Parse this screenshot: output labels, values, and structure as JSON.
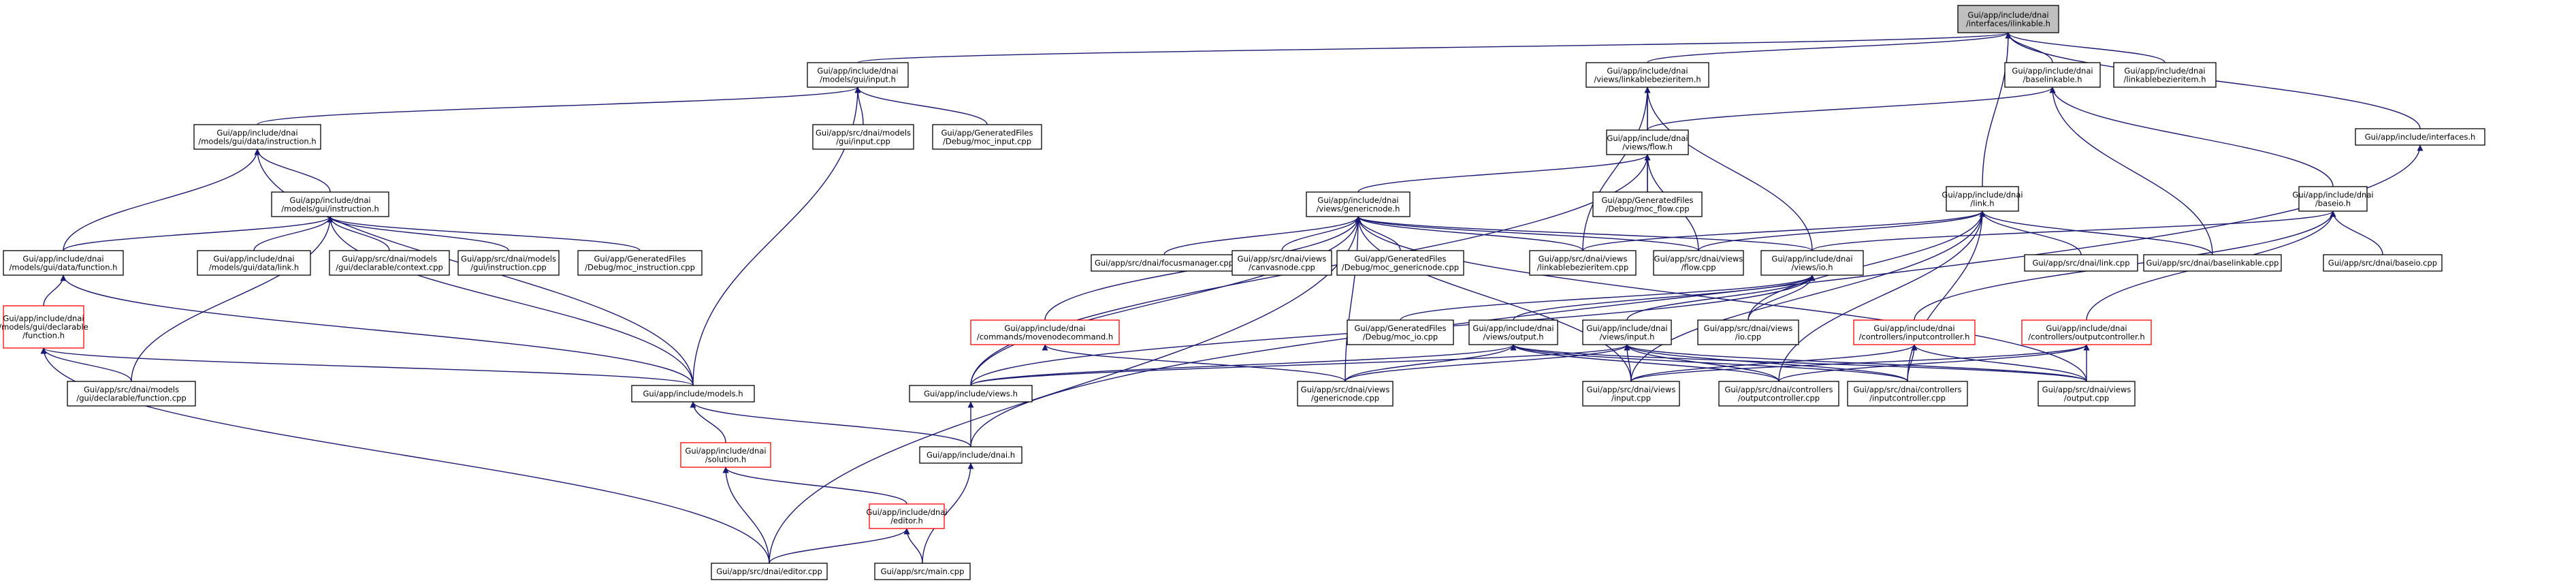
{
  "colors": {
    "edge": "#191970",
    "node_border": "#000000",
    "node_border_incomplete": "#ff0000",
    "node_fill": "#ffffff",
    "node_fill_highlight": "#bfbfbf"
  },
  "nodes": [
    {
      "id": "linkable",
      "lines": [
        "Gui/app/include/dnai",
        "/interfaces/ilinkable.h"
      ],
      "style": "highlight"
    },
    {
      "id": "models_gui_input",
      "lines": [
        "Gui/app/include/dnai",
        "/models/gui/input.h"
      ],
      "style": "normal"
    },
    {
      "id": "linkablebezieritem",
      "lines": [
        "Gui/app/include/dnai",
        "/views/linkablebezieritem.h"
      ],
      "style": "normal"
    },
    {
      "id": "baselinkable",
      "lines": [
        "Gui/app/include/dnai",
        "/baselinkable.h"
      ],
      "style": "normal"
    },
    {
      "id": "linkablebezieritem2",
      "lines": [
        "Gui/app/include/dnai",
        "/linkablebezieritem.h"
      ],
      "style": "normal"
    },
    {
      "id": "instruction_h",
      "lines": [
        "Gui/app/include/dnai",
        "/models/gui/data/instruction.h"
      ],
      "style": "normal"
    },
    {
      "id": "input_cpp",
      "lines": [
        "Gui/app/src/dnai/models",
        "/gui/input.cpp"
      ],
      "style": "normal"
    },
    {
      "id": "moc_input",
      "lines": [
        "Gui/app/GeneratedFiles",
        "/Debug/moc_input.cpp"
      ],
      "style": "normal"
    },
    {
      "id": "flow_h",
      "lines": [
        "Gui/app/include/dnai",
        "/views/flow.h"
      ],
      "style": "normal"
    },
    {
      "id": "interfaces_h",
      "lines": [
        "Gui/app/include/interfaces.h"
      ],
      "style": "normal"
    },
    {
      "id": "gui_instruction_h",
      "lines": [
        "Gui/app/include/dnai",
        "/models/gui/instruction.h"
      ],
      "style": "normal"
    },
    {
      "id": "genericnode_h",
      "lines": [
        "Gui/app/include/dnai",
        "/views/genericnode.h"
      ],
      "style": "normal"
    },
    {
      "id": "moc_flow",
      "lines": [
        "Gui/app/GeneratedFiles",
        "/Debug/moc_flow.cpp"
      ],
      "style": "normal"
    },
    {
      "id": "link_h",
      "lines": [
        "Gui/app/include/dnai",
        "/link.h"
      ],
      "style": "normal"
    },
    {
      "id": "baseio_h",
      "lines": [
        "Gui/app/include/dnai",
        "/baseio.h"
      ],
      "style": "normal"
    },
    {
      "id": "data_function_h",
      "lines": [
        "Gui/app/include/dnai",
        "/models/gui/data/function.h"
      ],
      "style": "normal"
    },
    {
      "id": "gui_link_h",
      "lines": [
        "Gui/app/include/dnai",
        "/models/gui/data/link.h"
      ],
      "style": "normal"
    },
    {
      "id": "context_cpp",
      "lines": [
        "Gui/app/src/dnai/models",
        "/gui/declarable/context.cpp"
      ],
      "style": "normal"
    },
    {
      "id": "instruction_cpp",
      "lines": [
        "Gui/app/src/dnai/models",
        "/gui/instruction.cpp"
      ],
      "style": "normal"
    },
    {
      "id": "moc_instruction",
      "lines": [
        "Gui/app/GeneratedFiles",
        "/Debug/moc_instruction.cpp"
      ],
      "style": "normal"
    },
    {
      "id": "focusmanager_cpp",
      "lines": [
        "Gui/app/src/dnai/focusmanager.cpp"
      ],
      "style": "normal"
    },
    {
      "id": "canvasnode_cpp",
      "lines": [
        "Gui/app/src/dnai/views",
        "/canvasnode.cpp"
      ],
      "style": "normal"
    },
    {
      "id": "moc_genericnode",
      "lines": [
        "Gui/app/GeneratedFiles",
        "/Debug/moc_genericnode.cpp"
      ],
      "style": "normal"
    },
    {
      "id": "linkablebezieritem_cpp",
      "lines": [
        "Gui/app/src/dnai/views",
        "/linkablebezieritem.cpp"
      ],
      "style": "normal"
    },
    {
      "id": "flow_cpp",
      "lines": [
        "Gui/app/src/dnai/views",
        "/flow.cpp"
      ],
      "style": "normal"
    },
    {
      "id": "io_h",
      "lines": [
        "Gui/app/include/dnai",
        "/views/io.h"
      ],
      "style": "normal"
    },
    {
      "id": "link_cpp",
      "lines": [
        "Gui/app/src/dnai/link.cpp"
      ],
      "style": "normal"
    },
    {
      "id": "baselinkable_cpp",
      "lines": [
        "Gui/app/src/dnai/baselinkable.cpp"
      ],
      "style": "normal"
    },
    {
      "id": "baseio_cpp",
      "lines": [
        "Gui/app/src/dnai/baseio.cpp"
      ],
      "style": "normal"
    },
    {
      "id": "declarable_function_h",
      "lines": [
        "Gui/app/include/dnai",
        "/models/gui/declarable",
        "/function.h"
      ],
      "style": "incomplete"
    },
    {
      "id": "movenodecommand_h",
      "lines": [
        "Gui/app/include/dnai",
        "/commands/movenodecommand.h"
      ],
      "style": "incomplete"
    },
    {
      "id": "moc_io",
      "lines": [
        "Gui/app/GeneratedFiles",
        "/Debug/moc_io.cpp"
      ],
      "style": "normal"
    },
    {
      "id": "output_h",
      "lines": [
        "Gui/app/include/dnai",
        "/views/output.h"
      ],
      "style": "normal"
    },
    {
      "id": "views_input_h",
      "lines": [
        "Gui/app/include/dnai",
        "/views/input.h"
      ],
      "style": "normal"
    },
    {
      "id": "io_cpp",
      "lines": [
        "Gui/app/src/dnai/views",
        "/io.cpp"
      ],
      "style": "normal"
    },
    {
      "id": "inputcontroller_h",
      "lines": [
        "Gui/app/include/dnai",
        "/controllers/inputcontroller.h"
      ],
      "style": "incomplete"
    },
    {
      "id": "outputcontroller_h",
      "lines": [
        "Gui/app/include/dnai",
        "/controllers/outputcontroller.h"
      ],
      "style": "incomplete"
    },
    {
      "id": "declarable_function_cpp",
      "lines": [
        "Gui/app/src/dnai/models",
        "/gui/declarable/function.cpp"
      ],
      "style": "normal"
    },
    {
      "id": "models_h",
      "lines": [
        "Gui/app/include/models.h"
      ],
      "style": "normal"
    },
    {
      "id": "views_h",
      "lines": [
        "Gui/app/include/views.h"
      ],
      "style": "normal"
    },
    {
      "id": "genericnode_cpp",
      "lines": [
        "Gui/app/src/dnai/views",
        "/genericnode.cpp"
      ],
      "style": "normal"
    },
    {
      "id": "views_input_cpp",
      "lines": [
        "Gui/app/src/dnai/views",
        "/input.cpp"
      ],
      "style": "normal"
    },
    {
      "id": "outputcontroller_cpp",
      "lines": [
        "Gui/app/src/dnai/controllers",
        "/outputcontroller.cpp"
      ],
      "style": "normal"
    },
    {
      "id": "inputcontroller_cpp",
      "lines": [
        "Gui/app/src/dnai/controllers",
        "/inputcontroller.cpp"
      ],
      "style": "normal"
    },
    {
      "id": "output_cpp",
      "lines": [
        "Gui/app/src/dnai/views",
        "/output.cpp"
      ],
      "style": "normal"
    },
    {
      "id": "solution_h",
      "lines": [
        "Gui/app/include/dnai",
        "/solution.h"
      ],
      "style": "incomplete"
    },
    {
      "id": "dnai_h",
      "lines": [
        "Gui/app/include/dnai.h"
      ],
      "style": "normal"
    },
    {
      "id": "editor_h",
      "lines": [
        "Gui/app/include/dnai",
        "/editor.h"
      ],
      "style": "incomplete"
    },
    {
      "id": "editor_cpp",
      "lines": [
        "Gui/app/src/dnai/editor.cpp"
      ],
      "style": "normal"
    },
    {
      "id": "main_cpp",
      "lines": [
        "Gui/app/src/main.cpp"
      ],
      "style": "normal"
    }
  ],
  "edges": [
    [
      "models_gui_input",
      "linkable"
    ],
    [
      "linkablebezieritem",
      "linkable"
    ],
    [
      "baselinkable",
      "linkable"
    ],
    [
      "linkablebezieritem2",
      "linkable"
    ],
    [
      "interfaces_h",
      "linkable"
    ],
    [
      "link_h",
      "linkable"
    ],
    [
      "instruction_h",
      "models_gui_input"
    ],
    [
      "input_cpp",
      "models_gui_input"
    ],
    [
      "moc_input",
      "models_gui_input"
    ],
    [
      "models_h",
      "models_gui_input"
    ],
    [
      "flow_h",
      "linkablebezieritem"
    ],
    [
      "moc_flow",
      "linkablebezieritem"
    ],
    [
      "linkablebezieritem_cpp",
      "linkablebezieritem"
    ],
    [
      "io_h",
      "linkablebezieritem"
    ],
    [
      "flow_h",
      "baselinkable"
    ],
    [
      "baseio_h",
      "baselinkable"
    ],
    [
      "baselinkable_cpp",
      "baselinkable"
    ],
    [
      "gui_instruction_h",
      "instruction_h"
    ],
    [
      "data_function_h",
      "instruction_h"
    ],
    [
      "models_h",
      "instruction_h"
    ],
    [
      "genericnode_h",
      "flow_h"
    ],
    [
      "moc_flow",
      "flow_h"
    ],
    [
      "flow_cpp",
      "flow_h"
    ],
    [
      "views_h",
      "flow_h"
    ],
    [
      "dnai_h",
      "interfaces_h"
    ],
    [
      "data_function_h",
      "gui_instruction_h"
    ],
    [
      "gui_link_h",
      "gui_instruction_h"
    ],
    [
      "context_cpp",
      "gui_instruction_h"
    ],
    [
      "instruction_cpp",
      "gui_instruction_h"
    ],
    [
      "moc_instruction",
      "gui_instruction_h"
    ],
    [
      "declarable_function_cpp",
      "gui_instruction_h"
    ],
    [
      "models_h",
      "gui_instruction_h"
    ],
    [
      "focusmanager_cpp",
      "genericnode_h"
    ],
    [
      "canvasnode_cpp",
      "genericnode_h"
    ],
    [
      "moc_genericnode",
      "genericnode_h"
    ],
    [
      "linkablebezieritem_cpp",
      "genericnode_h"
    ],
    [
      "flow_cpp",
      "genericnode_h"
    ],
    [
      "io_h",
      "genericnode_h"
    ],
    [
      "movenodecommand_h",
      "genericnode_h"
    ],
    [
      "views_h",
      "genericnode_h"
    ],
    [
      "genericnode_cpp",
      "genericnode_h"
    ],
    [
      "views_input_cpp",
      "genericnode_h"
    ],
    [
      "output_cpp",
      "genericnode_h"
    ],
    [
      "editor_cpp",
      "genericnode_h"
    ],
    [
      "link_cpp",
      "link_h"
    ],
    [
      "baselinkable_cpp",
      "link_h"
    ],
    [
      "linkablebezieritem_cpp",
      "link_h"
    ],
    [
      "flow_cpp",
      "link_h"
    ],
    [
      "io_cpp",
      "link_h"
    ],
    [
      "inputcontroller_cpp",
      "link_h"
    ],
    [
      "outputcontroller_cpp",
      "link_h"
    ],
    [
      "views_input_cpp",
      "link_h"
    ],
    [
      "io_h",
      "baseio_h"
    ],
    [
      "baseio_cpp",
      "baseio_h"
    ],
    [
      "inputcontroller_h",
      "baseio_h"
    ],
    [
      "outputcontroller_h",
      "baseio_h"
    ],
    [
      "declarable_function_h",
      "data_function_h"
    ],
    [
      "models_h",
      "data_function_h"
    ],
    [
      "declarable_function_cpp",
      "declarable_function_h"
    ],
    [
      "models_h",
      "declarable_function_h"
    ],
    [
      "editor_cpp",
      "declarable_function_h"
    ],
    [
      "genericnode_cpp",
      "movenodecommand_h"
    ],
    [
      "moc_io",
      "io_h"
    ],
    [
      "output_h",
      "io_h"
    ],
    [
      "views_input_h",
      "io_h"
    ],
    [
      "io_cpp",
      "io_h"
    ],
    [
      "views_h",
      "io_h"
    ],
    [
      "views_h",
      "output_h"
    ],
    [
      "genericnode_cpp",
      "output_h"
    ],
    [
      "outputcontroller_cpp",
      "output_h"
    ],
    [
      "inputcontroller_cpp",
      "output_h"
    ],
    [
      "output_cpp",
      "output_h"
    ],
    [
      "views_h",
      "views_input_h"
    ],
    [
      "genericnode_cpp",
      "views_input_h"
    ],
    [
      "views_input_cpp",
      "views_input_h"
    ],
    [
      "outputcontroller_cpp",
      "views_input_h"
    ],
    [
      "inputcontroller_cpp",
      "views_input_h"
    ],
    [
      "output_cpp",
      "views_input_h"
    ],
    [
      "views_input_cpp",
      "inputcontroller_h"
    ],
    [
      "inputcontroller_cpp",
      "inputcontroller_h"
    ],
    [
      "output_cpp",
      "inputcontroller_h"
    ],
    [
      "outputcontroller_cpp",
      "outputcontroller_h"
    ],
    [
      "output_cpp",
      "outputcontroller_h"
    ],
    [
      "views_input_cpp",
      "outputcontroller_h"
    ],
    [
      "solution_h",
      "models_h"
    ],
    [
      "dnai_h",
      "models_h"
    ],
    [
      "dnai_h",
      "views_h"
    ],
    [
      "editor_h",
      "solution_h"
    ],
    [
      "editor_cpp",
      "solution_h"
    ],
    [
      "editor_cpp",
      "editor_h"
    ],
    [
      "main_cpp",
      "editor_h"
    ],
    [
      "main_cpp",
      "dnai_h"
    ]
  ]
}
